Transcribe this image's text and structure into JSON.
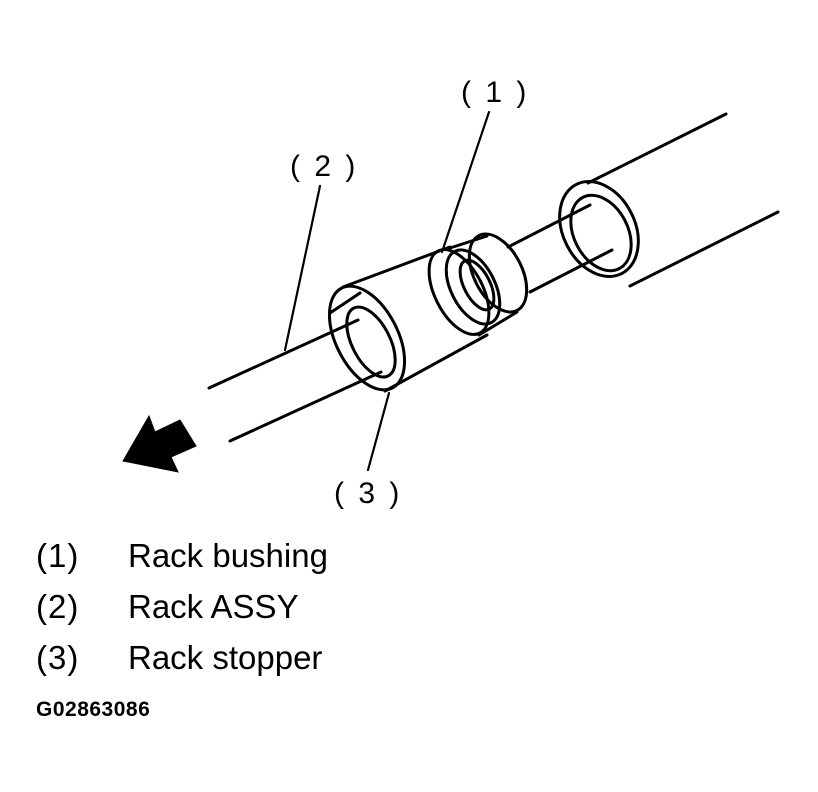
{
  "diagram": {
    "callouts": [
      {
        "id": "1",
        "text": "( 1 )"
      },
      {
        "id": "2",
        "text": "( 2 )"
      },
      {
        "id": "3",
        "text": "( 3 )"
      }
    ]
  },
  "legend": [
    {
      "num": "(1)",
      "label": "Rack bushing"
    },
    {
      "num": "(2)",
      "label": "Rack ASSY"
    },
    {
      "num": "(3)",
      "label": "Rack stopper"
    }
  ],
  "figure_id": "G02863086",
  "colors": {
    "ink": "#000000",
    "background": "#ffffff"
  }
}
